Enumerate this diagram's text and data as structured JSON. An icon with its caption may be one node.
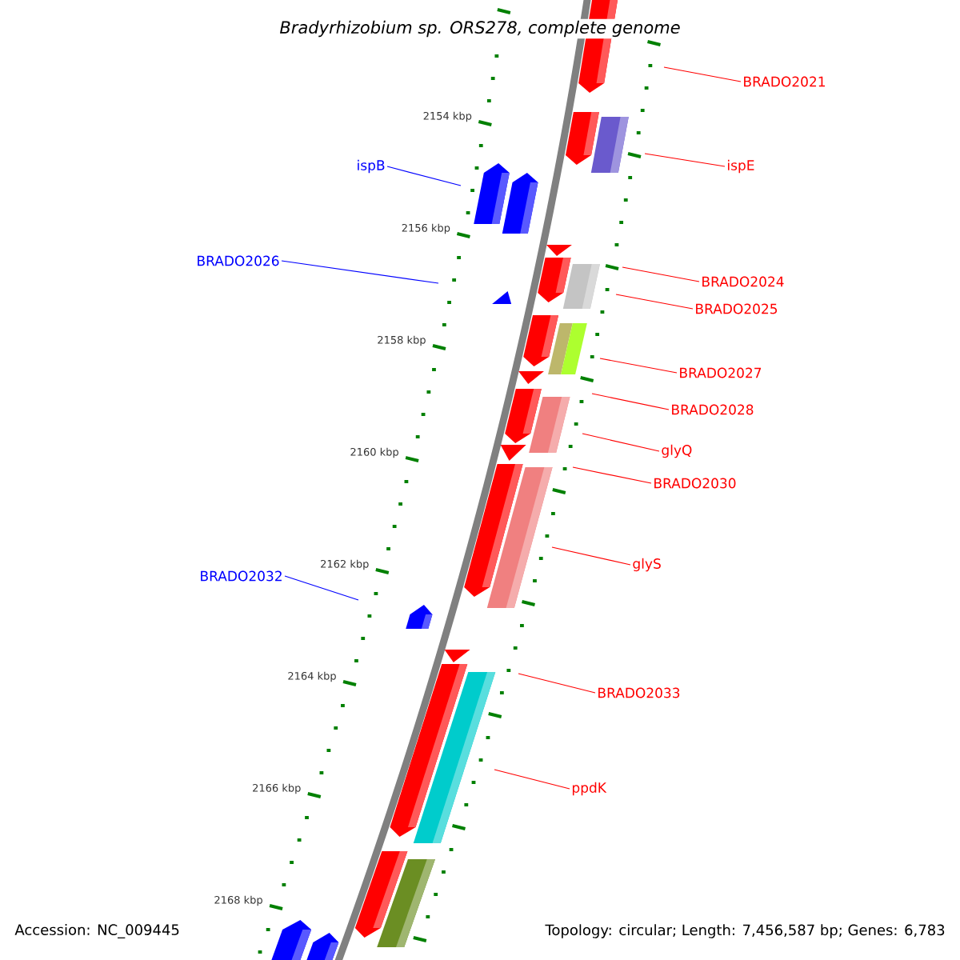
{
  "diagram": {
    "title": "Bradyrhizobium sp. ORS278, complete genome",
    "nodes": [
      {
        "text": [
          "BRADO2021"
        ]
      },
      {
        "text": [
          "ispE"
        ]
      },
      {
        "text": [
          "ispB"
        ]
      },
      {
        "text": [
          "BRADO2026"
        ]
      },
      {
        "text": [
          "BRADO2024"
        ]
      },
      {
        "text": [
          "BRADO2025"
        ]
      },
      {
        "text": [
          "BRADO2027"
        ]
      },
      {
        "text": [
          "BRADO2028"
        ]
      },
      {
        "text": [
          "glyQ"
        ]
      },
      {
        "text": [
          "BRADO2030"
        ]
      },
      {
        "text": [
          "glyS"
        ]
      },
      {
        "text": [
          "BRADO2032"
        ]
      },
      {
        "text": [
          "BRADO2033"
        ]
      },
      {
        "text": [
          "ppdK"
        ]
      }
    ],
    "edges": [
      {
        "from": 0,
        "to": null,
        "arrow": "none"
      },
      {
        "from": 1,
        "to": null,
        "arrow": "none"
      },
      {
        "from": 2,
        "to": null,
        "arrow": "none",
        "color": "#0000ff"
      },
      {
        "from": 3,
        "to": null,
        "arrow": "none",
        "color": "#0000ff"
      },
      {
        "from": 4,
        "to": null,
        "arrow": "none"
      },
      {
        "from": 5,
        "to": null,
        "arrow": "none"
      },
      {
        "from": 6,
        "to": null,
        "arrow": "none"
      },
      {
        "from": 7,
        "to": null,
        "arrow": "none"
      },
      {
        "from": 8,
        "to": null,
        "arrow": "none"
      },
      {
        "from": 9,
        "to": null,
        "arrow": "none"
      },
      {
        "from": 10,
        "to": null,
        "arrow": "none"
      },
      {
        "from": 11,
        "to": null,
        "arrow": "none",
        "color": "#0000ff"
      },
      {
        "from": 12,
        "to": null,
        "arrow": "none"
      },
      {
        "from": 13,
        "to": null,
        "arrow": "none"
      }
    ],
    "labels": [
      "2154 kbp",
      "2156 kbp",
      "2158 kbp",
      "2160 kbp",
      "2162 kbp",
      "2164 kbp",
      "2166 kbp",
      "2168 kbp",
      "Accession: NC_009445",
      "Topology: circular; Length: 7,456,587 bp; Genes: 6,783"
    ]
  }
}
